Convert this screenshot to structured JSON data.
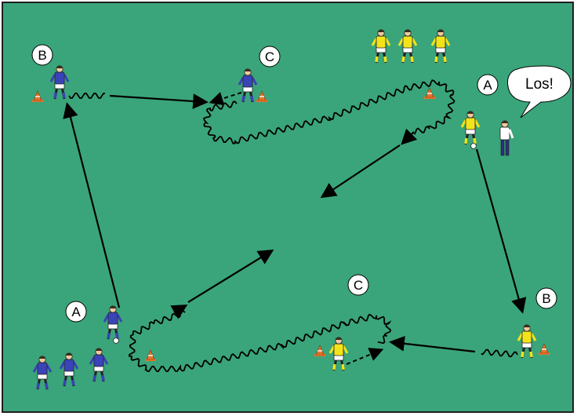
{
  "field": {
    "color": "#3aa57a",
    "border_color": "#1f1f1f"
  },
  "team_colors": {
    "blue": "#3b43b8",
    "yellow": "#f3e31b",
    "shorts_white": "#ffffff",
    "coach": "#ffffff"
  },
  "cone_color": "#e8722c",
  "labels": {
    "b_top_left": "B",
    "c_top": "C",
    "a_right": "A",
    "b_right": "B",
    "c_bottom": "C",
    "a_bottom_left": "A"
  },
  "speech_bubble": {
    "text": "Los!"
  }
}
